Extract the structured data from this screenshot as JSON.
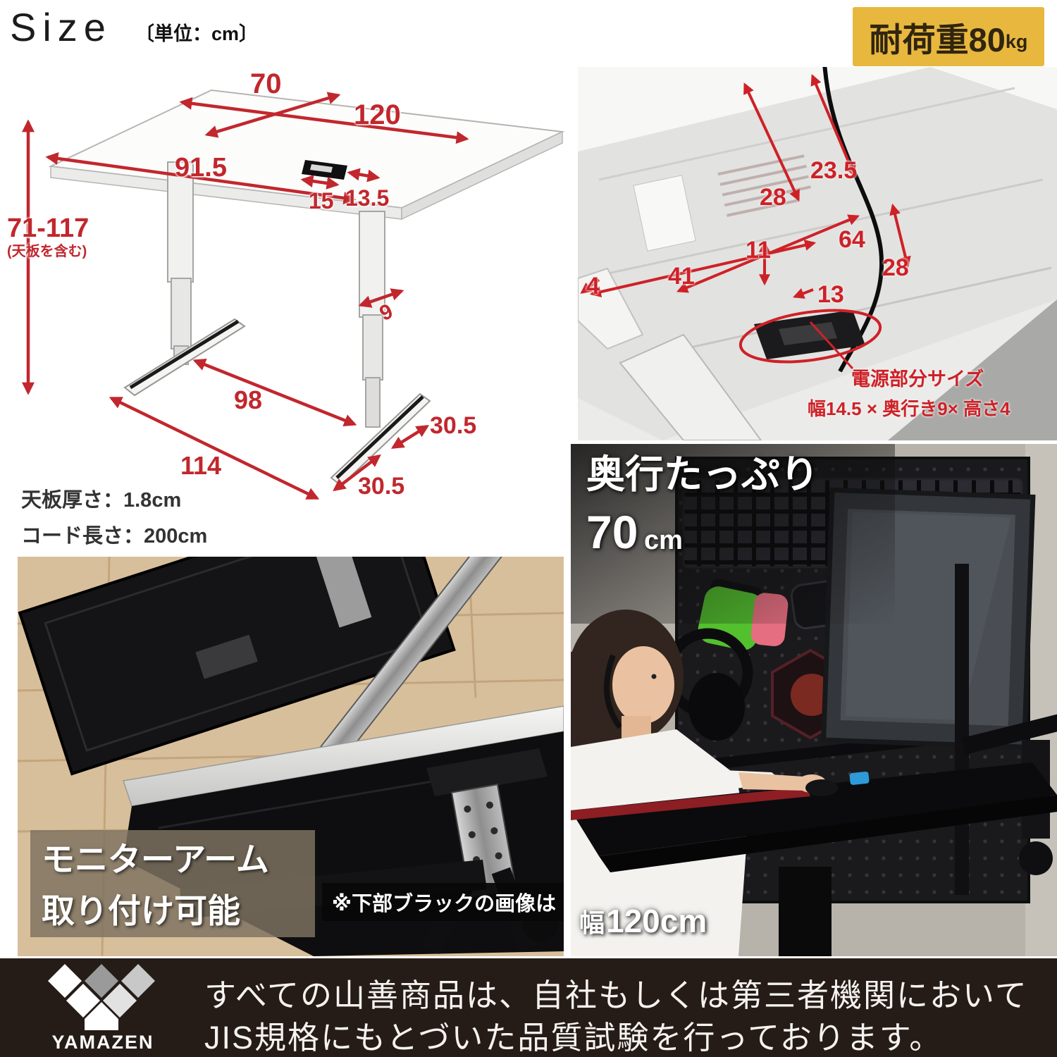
{
  "header": {
    "title": "Size",
    "unit": "〔単位：cm〕",
    "load_label": "耐荷重80",
    "load_unit": "kg"
  },
  "size_diagram": {
    "depth": "70",
    "width": "120",
    "front_width": "91.5",
    "controller_offset": "15",
    "controller_width": "13.5",
    "height_range": "71-117",
    "height_note": "(天板を含む)",
    "leg_depth": "9",
    "leg_span": "98",
    "base_span": "114",
    "foot_depth_rear": "30.5",
    "foot_depth_front": "30.5",
    "top_thickness_note": "天板厚さ：1.8cm",
    "cord_length_note": "コード長さ：200cm"
  },
  "underside_photo": {
    "dim_28": "28",
    "dim_23_5": "23.5",
    "dim_64": "64",
    "dim_11": "11",
    "dim_41": "41",
    "dim_4": "4",
    "dim_13": "13",
    "dim_28_right": "28",
    "power_label": "電源部分サイズ",
    "power_size": "幅14.5 × 奥行き9× 高さ4"
  },
  "monitor_arm_photo": {
    "caption_line1": "モニターアーム",
    "caption_line2": "取り付け可能",
    "note": "※下部ブラックの画像は"
  },
  "desk_photo": {
    "depth_label": "奥行たっぷり",
    "depth_value": "70",
    "depth_unit": "cm",
    "width_prefix": "幅",
    "width_value": "120cm"
  },
  "footer": {
    "brand": "YAMAZEN",
    "line1": "すべての山善商品は、自社もしくは第三者機関において",
    "line2": "JIS規格にもとづいた品質試験を行っております。"
  },
  "colors": {
    "accent_red": "#c1272d",
    "badge_yellow": "#e8b83e",
    "footer_bg": "#251c18"
  }
}
